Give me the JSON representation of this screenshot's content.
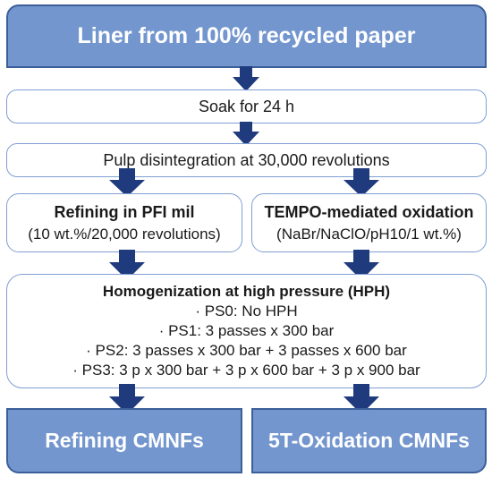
{
  "top_box": {
    "text": "Liner from 100% recycled paper"
  },
  "soak_box": {
    "text": "Soak for 24 h"
  },
  "pulp_box": {
    "text": "Pulp disintegration at 30,000 revolutions"
  },
  "refining_box": {
    "title": "Refining in PFI mil",
    "subtitle": "(10 wt.%/20,000 revolutions)"
  },
  "tempo_box": {
    "title": "TEMPO-mediated oxidation",
    "subtitle": "(NaBr/NaClO/pH10/1 wt.%)"
  },
  "hph_box": {
    "title": "Homogenization at high pressure (HPH)",
    "items": [
      "· PS0: No HPH",
      "· PS1: 3 passes x 300 bar",
      "· PS2: 3 passes x 300 bar + 3 passes x 600 bar",
      "· PS3: 3 p x 300 bar + 3 p x 600 bar + 3 p x 900 bar"
    ]
  },
  "output_left": {
    "text": "Refining CMNFs"
  },
  "output_right": {
    "text": "5T-Oxidation CMNFs"
  },
  "colors": {
    "filled": "#7396cf",
    "filled_border": "#3d5f99",
    "outline_border": "#7f9fd3",
    "arrow": "#1f3a7d"
  }
}
